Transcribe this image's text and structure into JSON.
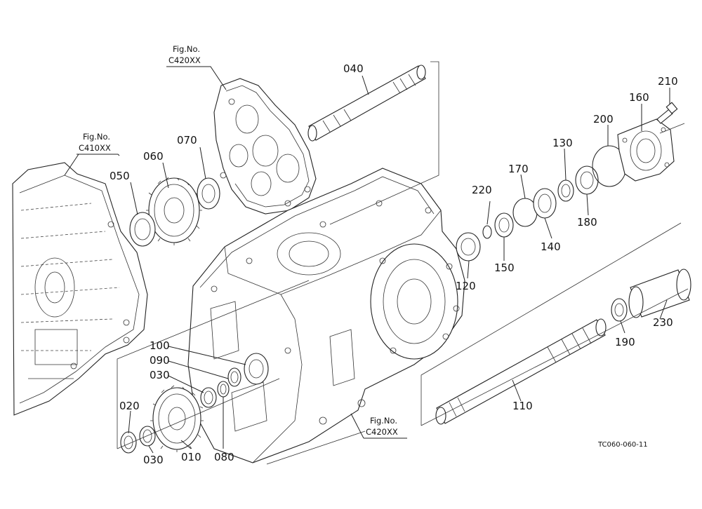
{
  "diagram": {
    "drawing_code": "TC060-060-11",
    "figure_refs": [
      {
        "id": "fig-c420-top",
        "line1": "Fig.No.",
        "line2": "C420XX"
      },
      {
        "id": "fig-c410",
        "line1": "Fig.No.",
        "line2": "C410XX"
      },
      {
        "id": "fig-c420-bottom",
        "line1": "Fig.No.",
        "line2": "C420XX"
      }
    ],
    "part_labels": [
      "010",
      "020",
      "030",
      "030",
      "040",
      "050",
      "060",
      "070",
      "080",
      "090",
      "100",
      "110",
      "120",
      "130",
      "140",
      "150",
      "160",
      "170",
      "180",
      "190",
      "200",
      "210",
      "220",
      "230"
    ]
  }
}
